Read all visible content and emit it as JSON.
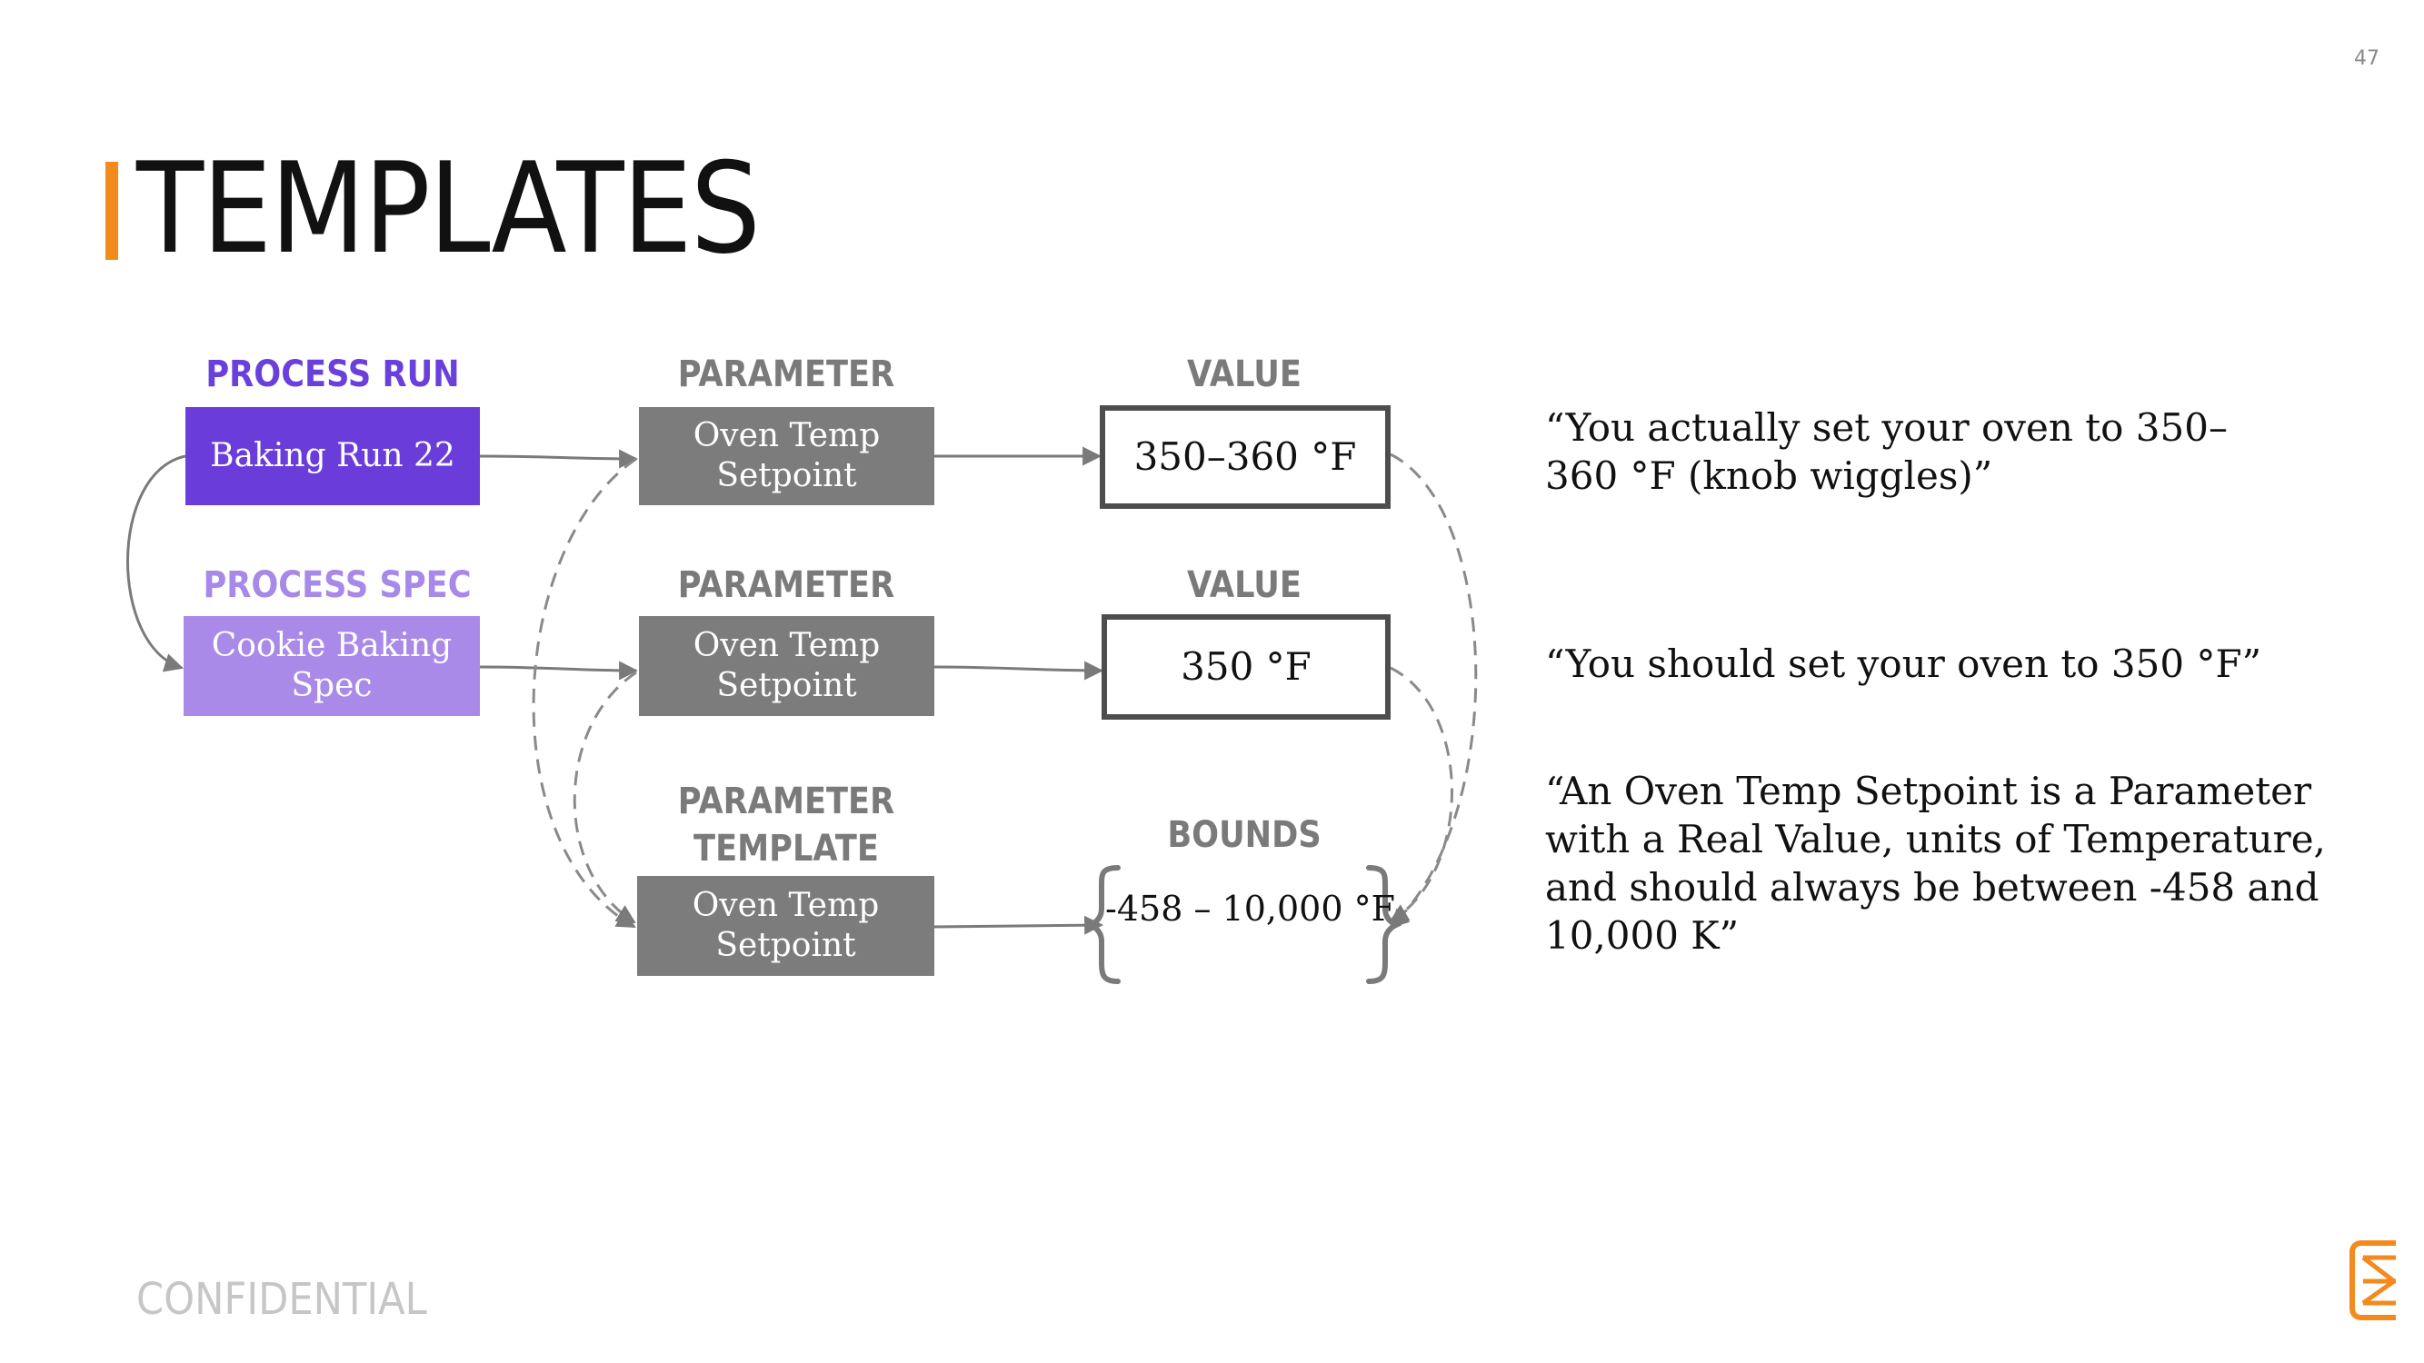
{
  "page": {
    "number": "47",
    "title": "TEMPLATES",
    "footer": "CONFIDENTIAL"
  },
  "headers": {
    "process_run": "PROCESS RUN",
    "process_spec": "PROCESS SPEC",
    "parameter_1": "PARAMETER",
    "parameter_2": "PARAMETER",
    "parameter_template_line1": "PARAMETER",
    "parameter_template_line2": "TEMPLATE",
    "value_1": "VALUE",
    "value_2": "VALUE",
    "bounds": "BOUNDS"
  },
  "boxes": {
    "baking_run": "Baking Run 22",
    "cookie_spec_line1": "Cookie Baking",
    "cookie_spec_line2": "Spec",
    "param_run_line1": "Oven Temp",
    "param_run_line2": "Setpoint",
    "param_spec_line1": "Oven Temp",
    "param_spec_line2": "Setpoint",
    "param_template_line1": "Oven Temp",
    "param_template_line2": "Setpoint",
    "value_run": "350–360 °F",
    "value_spec": "350 °F",
    "bounds_value": "-458 – 10,000 °F"
  },
  "quotes": {
    "run_line1": "“You actually set your oven to 350–",
    "run_line2": "360 °F (knob wiggles)”",
    "spec": "“You should set your oven to 350 °F”",
    "template_line1": "“An Oven Temp Setpoint is a Parameter",
    "template_line2": "with a Real Value, units of Temperature,",
    "template_line3": "and should always be between -458 and",
    "template_line4": "10,000 K”"
  },
  "colors": {
    "accent_orange": "#f28a1d",
    "process_run": "#6a3ddb",
    "process_spec": "#a98ae8",
    "parameter": "#7c7c7c",
    "connector": "#7a7a7a"
  },
  "icons": {
    "logo": "company-logo-icon"
  }
}
